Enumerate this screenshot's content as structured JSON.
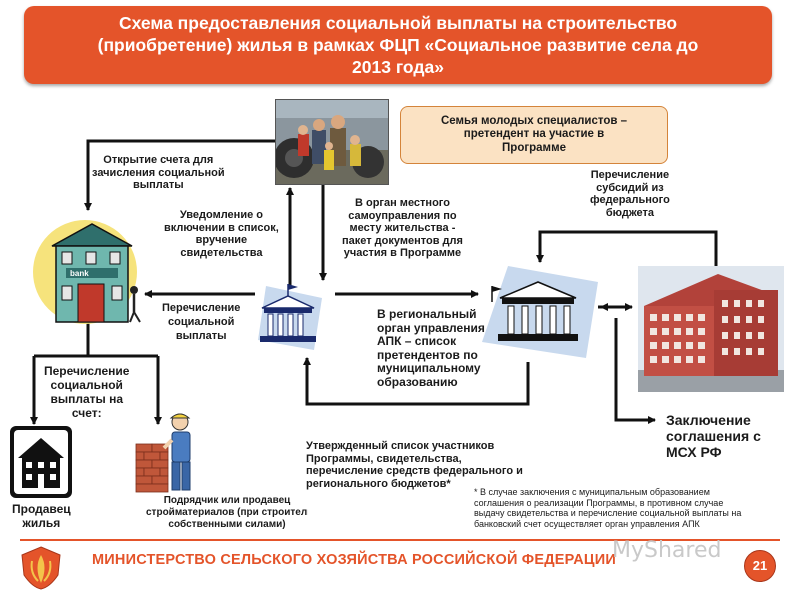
{
  "title": {
    "line1": "Схема предоставления социальной выплаты на строительство",
    "line2": "(приобретение) жилья в рамках ФЦП «Социальное развитие села до",
    "line3": "2013 года»"
  },
  "family_box": {
    "line1": "Семья молодых специалистов –",
    "line2": "претендент на участие в",
    "line3": "Программе"
  },
  "labels": {
    "open_account": [
      "Открытие счета для",
      "зачисления социальной",
      "выплаты"
    ],
    "notification": [
      "Уведомление о",
      "включении в список,",
      "вручение",
      "свидетельства"
    ],
    "to_local_gov": [
      "В орган местного",
      "самоуправления по",
      "месту жительства -",
      "пакет документов для",
      "участия в Программе"
    ],
    "subsidy_transfer": [
      "Перечисление",
      "субсидий из",
      "федерального",
      "бюджета"
    ],
    "social_payment_transfer": [
      "Перечисление",
      "социальной",
      "выплаты"
    ],
    "regional_agency": [
      "В региональный",
      "орган управления",
      "АПК – список",
      "претендентов по",
      "муниципальному",
      "образованию"
    ],
    "transfer_to_account": [
      "Перечисление",
      "социальной",
      "выплаты на",
      "счет:"
    ],
    "agreement": [
      "Заключение",
      "соглашения с",
      "МСХ РФ"
    ],
    "approved_list": [
      "Утвержденный список участников",
      "Программы, свидетельства,",
      "перечисление средств федерального и",
      "регионального бюджетов*"
    ],
    "seller": [
      "Продавец",
      "жилья"
    ],
    "contractor": [
      "Подрядчик или продавец",
      "стройматериалов (при строительст",
      "собственными силами)"
    ],
    "bank_sign": "bank"
  },
  "footnote": [
    "* В случае заключения с муниципальным образованием",
    "соглашения о реализации Программы, в противном случае",
    "выдачу свидетельства и перечисление социальной выплаты на",
    "банковский счет осуществляет орган управления АПК"
  ],
  "footer": {
    "ministry": "МИНИСТЕРСТВО СЕЛЬСКОГО ХОЗЯЙСТВА РОССИЙСКОЙ ФЕДЕРАЦИИ",
    "page_number": "21",
    "watermark": "MyShared"
  },
  "colors": {
    "accent": "#e4542a",
    "box_fill": "#fbe2c3",
    "arrow": "#111111"
  }
}
